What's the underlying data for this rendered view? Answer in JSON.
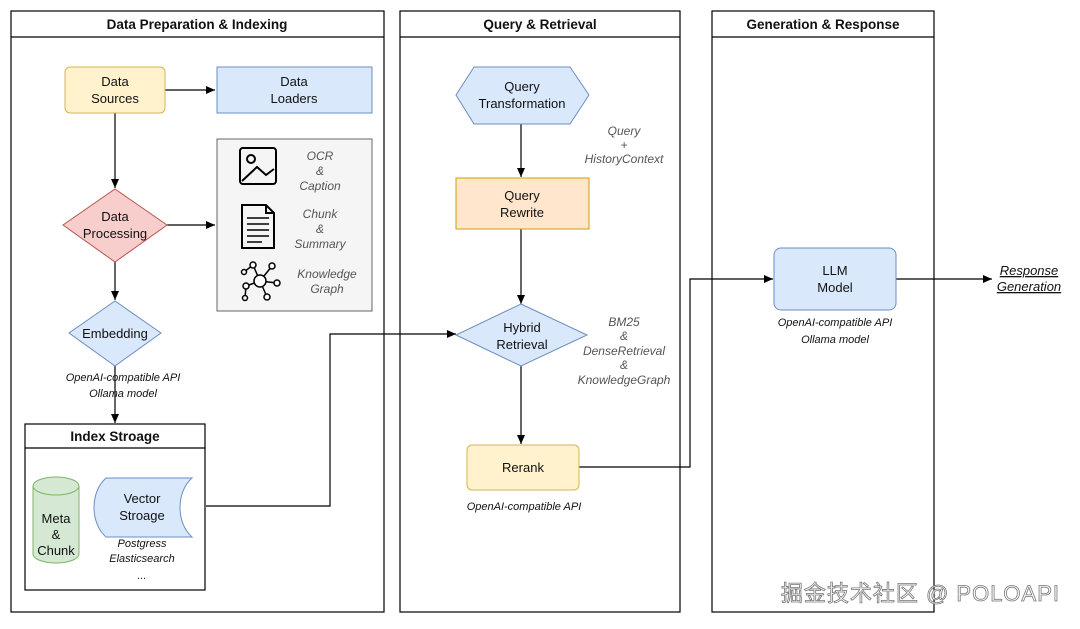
{
  "panels": {
    "prep": "Data Preparation & Indexing",
    "query": "Query & Retrieval",
    "gen": "Generation & Response",
    "index": "Index Stroage"
  },
  "prep": {
    "data_sources": [
      "Data",
      "Sources"
    ],
    "data_loaders": [
      "Data",
      "Loaders"
    ],
    "data_processing": [
      "Data",
      "Processing"
    ],
    "processing_items": [
      {
        "icon": "image-icon",
        "lines": [
          "OCR",
          "&",
          "Caption"
        ]
      },
      {
        "icon": "document-icon",
        "lines": [
          "Chunk",
          "&",
          "Summary"
        ]
      },
      {
        "icon": "knowledge-graph-icon",
        "lines": [
          "Knowledge",
          "Graph"
        ]
      }
    ],
    "embedding": "Embedding",
    "embedding_note": [
      "OpenAI-compatible API",
      "Ollama model"
    ],
    "meta_chunk": [
      "Meta",
      "&",
      "Chunk"
    ],
    "vector_storage": [
      "Vector",
      "Stroage"
    ],
    "vector_note": [
      "Postgress",
      "Elasticsearch",
      "..."
    ]
  },
  "query": {
    "query_transformation": [
      "Query",
      "Transformation"
    ],
    "history_note": [
      "Query",
      "+",
      "HistoryContext"
    ],
    "query_rewrite": [
      "Query",
      "Rewrite"
    ],
    "hybrid_retrieval": [
      "Hybrid",
      "Retrieval"
    ],
    "retrieval_note": [
      "BM25",
      "&",
      "DenseRetrieval",
      "&",
      "KnowledgeGraph"
    ],
    "rerank": "Rerank",
    "rerank_note": "OpenAI-compatible API"
  },
  "gen": {
    "llm_model": [
      "LLM",
      "Model"
    ],
    "llm_note": [
      "OpenAI-compatible API",
      "Ollama model"
    ],
    "response": [
      "Response",
      "Generation"
    ]
  },
  "watermark": "掘金技术社区 @ POLOAPI"
}
